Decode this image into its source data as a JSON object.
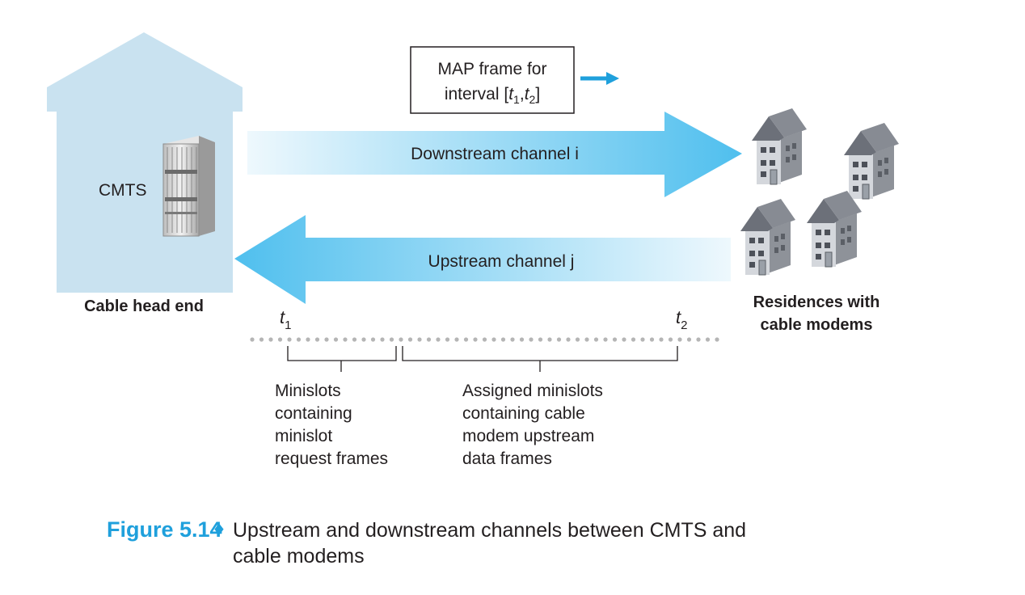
{
  "head_end": {
    "server_label": "CMTS",
    "caption": "Cable head end",
    "colors": {
      "building": "#c9e2f0",
      "server_body": "#d8d8d8"
    }
  },
  "map_frame": {
    "line1": "MAP frame for",
    "line2_prefix": "interval [",
    "t": "t",
    "sub1": "1",
    "comma": ",",
    "sub2": "2",
    "close": "]",
    "pointer_color": "#1fa0dc"
  },
  "downstream": {
    "label": "Downstream channel i",
    "color": "#5cc3ef"
  },
  "upstream": {
    "label": "Upstream channel j",
    "color": "#5cc3ef"
  },
  "residences": {
    "caption_line1": "Residences with",
    "caption_line2": "cable modems",
    "house_icons": [
      "house-icon",
      "house-icon",
      "house-icon",
      "house-icon"
    ]
  },
  "timeline": {
    "t_symbol": "t",
    "t1_sub": "1",
    "t2_sub": "2",
    "dot_color": "#b5b5b5",
    "request_minislots": [
      "Minislots",
      "containing",
      "minislot",
      "request frames"
    ],
    "assigned_minislots": [
      "Assigned minislots",
      "containing cable",
      "modem upstream",
      "data frames"
    ]
  },
  "figure_caption": {
    "label": "Figure 5.14",
    "diamond": "♦",
    "line1": "Upstream and downstream channels between CMTS and",
    "line2": "cable modems",
    "label_color": "#1fa0dc"
  }
}
